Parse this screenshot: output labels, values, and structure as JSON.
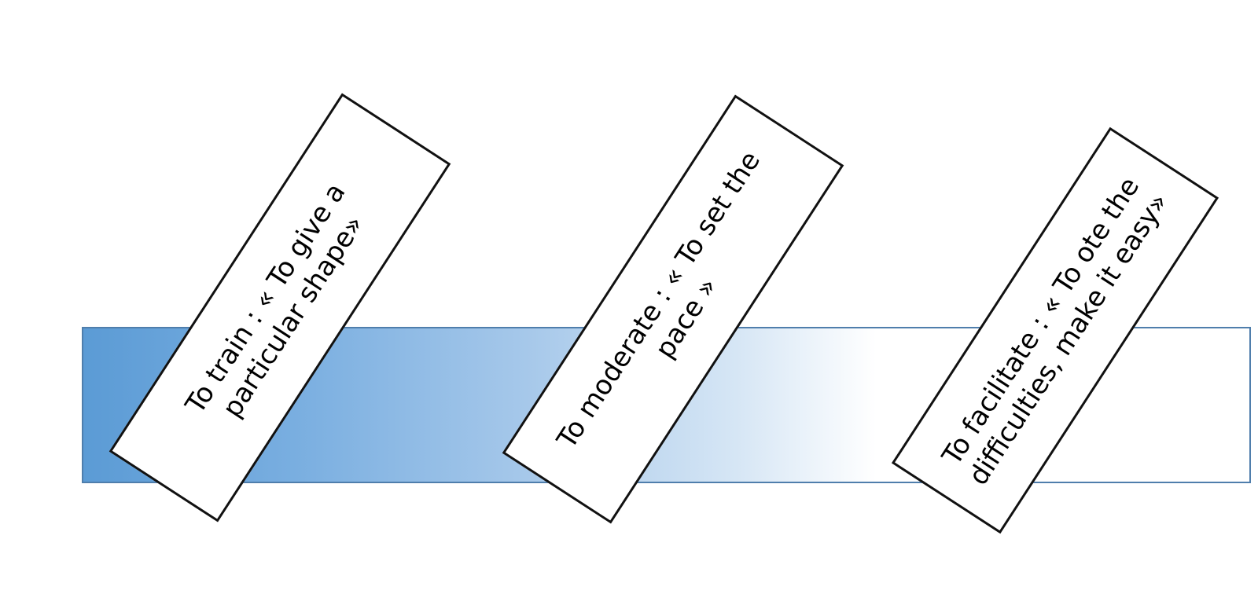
{
  "diagram": {
    "band": {
      "colors": {
        "start": "#5b9bd5",
        "end": "#ffffff",
        "border": "#4f7eac"
      }
    },
    "labels": [
      {
        "text": "To train : « To give a particular shape»"
      },
      {
        "text": "To moderate : « To set the pace »"
      },
      {
        "text": "To facilitate : « To ote the difficulties, make it easy»"
      }
    ]
  }
}
